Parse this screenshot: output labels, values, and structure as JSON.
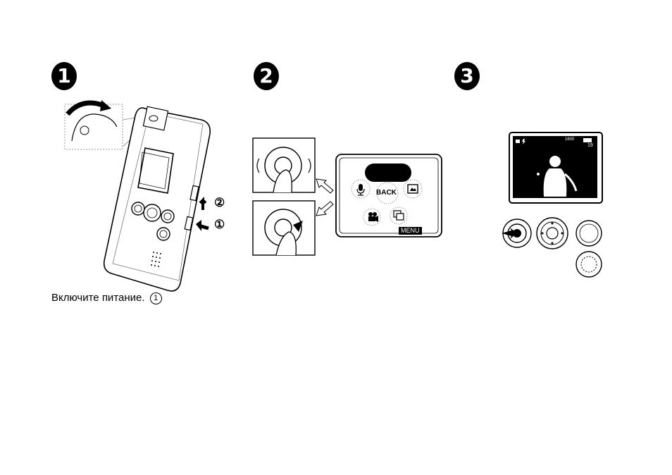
{
  "steps": [
    {
      "number": "1"
    },
    {
      "number": "2"
    },
    {
      "number": "3"
    }
  ],
  "step1": {
    "caption": "Включите питание.",
    "caption_marker": "1",
    "arrow_labels": [
      "②",
      "①"
    ]
  },
  "step2": {
    "menu_back_label": "BACK",
    "menu_tab_label": "MENU"
  },
  "step3": {
    "screen_readout": "1600",
    "screen_count": "19"
  },
  "icons": {
    "microphone": "microphone-icon",
    "back": "back-button",
    "photo": "photo-mode-icon",
    "movie": "movie-camera-icon",
    "slideshow": "slideshow-icon",
    "flash": "flash-icon",
    "battery": "battery-icon"
  }
}
